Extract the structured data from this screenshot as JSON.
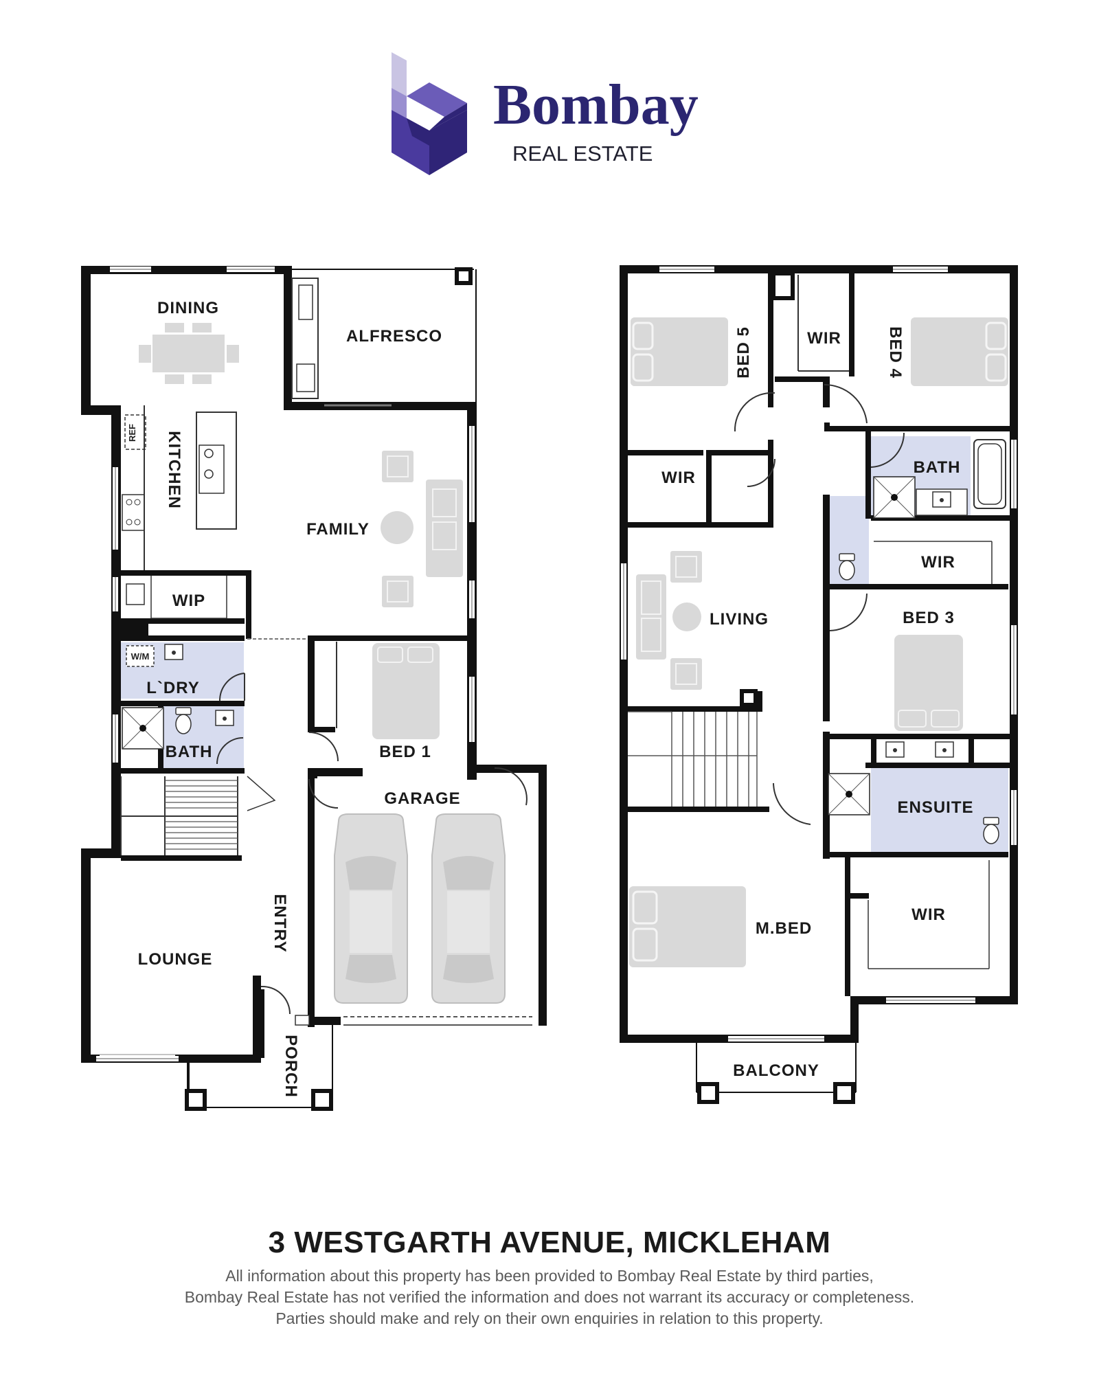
{
  "brand": {
    "name": "Bombay",
    "subtitle": "REAL ESTATE",
    "logo_colors": [
      "#c9c4e3",
      "#9a8fd0",
      "#6b5cb8",
      "#4a3a9e",
      "#2f2477"
    ]
  },
  "floorplan": {
    "ground": {
      "dining": "DINING",
      "alfresco": "ALFRESCO",
      "kitchen": "KITCHEN",
      "ref": "REF",
      "family": "FAMILY",
      "wip": "WIP",
      "wm": "W/M",
      "laundry": "L`DRY",
      "bath": "BATH",
      "bed1": "BED 1",
      "garage": "GARAGE",
      "lounge": "LOUNGE",
      "entry": "ENTRY",
      "porch": "PORCH"
    },
    "upper": {
      "bed5": "BED 5",
      "wir_top": "WIR",
      "bed4": "BED 4",
      "wir_left": "WIR",
      "bath": "BATH",
      "wir_bed3": "WIR",
      "living": "LIVING",
      "bed3": "BED 3",
      "ensuite": "ENSUITE",
      "wir_master": "WIR",
      "mbed": "M.BED",
      "balcony": "BALCONY"
    },
    "colors": {
      "wall": "#111111",
      "wet_area": "#d7dcef",
      "furniture": "#d9d9d9"
    }
  },
  "footer": {
    "address": "3 WESTGARTH AVENUE, MICKLEHAM",
    "disclaimer": [
      "All information about this property has been provided to Bombay Real Estate by third parties,",
      "Bombay Real Estate has not verified the information and does not warrant its accuracy or completeness.",
      "Parties should make and rely on their own enquiries in relation to this property."
    ]
  }
}
